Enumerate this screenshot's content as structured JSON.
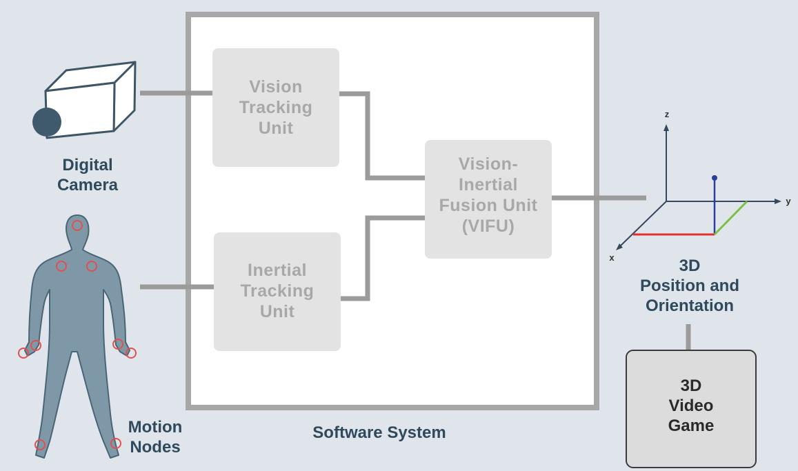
{
  "nodes": {
    "camera": "Digital\nCamera",
    "motion_nodes": "Motion\nNodes",
    "vision_unit": "Vision\nTracking\nUnit",
    "inertial_unit": "Inertial\nTracking\nUnit",
    "fusion_unit": "Vision-\nInertial\nFusion Unit\n(VIFU)",
    "software_system": "Software System",
    "position": "3D\nPosition and\nOrientation",
    "video_game": "3D\nVideo\nGame"
  },
  "axes": {
    "x": "x",
    "y": "y",
    "z": "z"
  },
  "colors": {
    "background": "#dfe5ea",
    "unit_box": "#e3e3e3",
    "unit_text": "#a8a8a8",
    "label_text": "#2f4a5c",
    "connector": "#9b9b9b",
    "body_fill": "#7f98a7",
    "motion_marker": "#e05050",
    "x_axis_color": "#e03030",
    "y_axis_color": "#7bc043",
    "z_axis_color": "#2c3e9a"
  }
}
